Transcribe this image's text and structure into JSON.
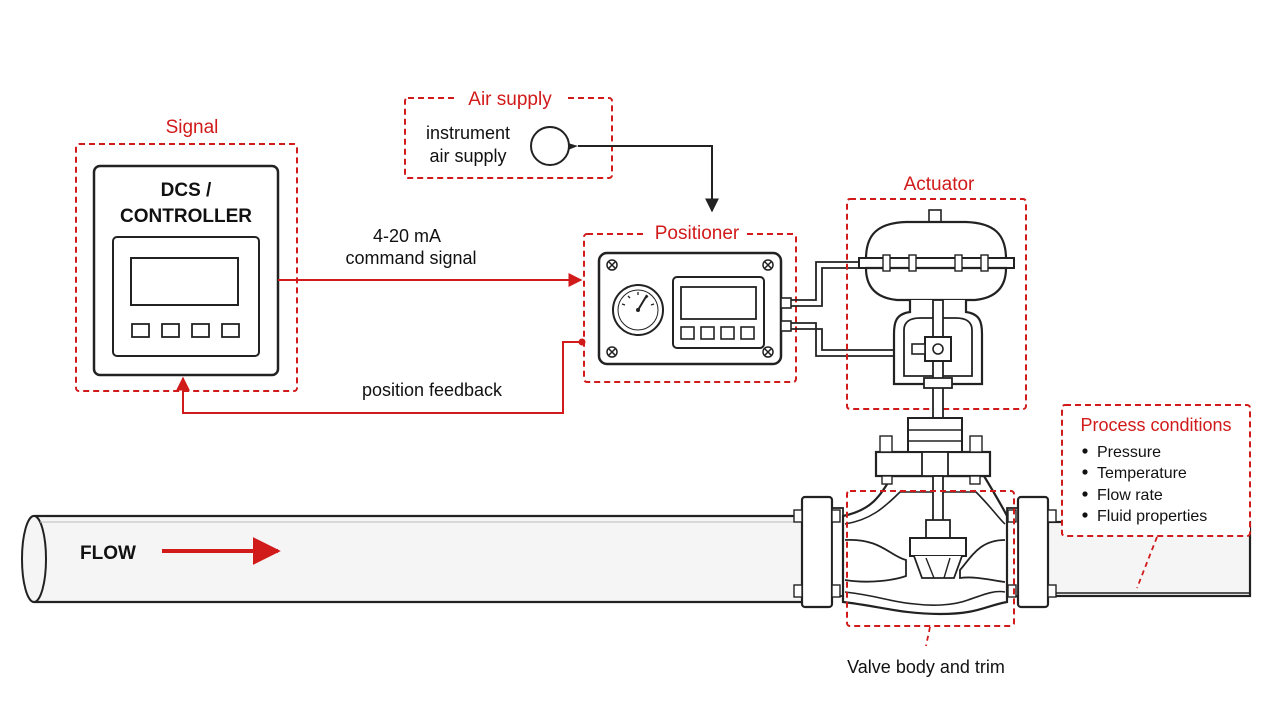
{
  "labels": {
    "signal": "Signal",
    "controller_line1": "DCS /",
    "controller_line2": "CONTROLLER",
    "command_line1": "4-20 mA",
    "command_line2": "command signal",
    "position_feedback": "position feedback",
    "air_supply_title": "Air supply",
    "air_line1": "instrument",
    "air_line2": "air supply",
    "positioner": "Positioner",
    "actuator": "Actuator",
    "process_conditions": "Process conditions",
    "flow": "FLOW",
    "valve_body": "Valve body and trim"
  },
  "process_items": [
    "Pressure",
    "Temperature",
    "Flow rate",
    "Fluid properties"
  ],
  "colors": {
    "accent_red": "#d11a1a",
    "line": "#222222",
    "pipe_fill": "#f5f5f5"
  }
}
